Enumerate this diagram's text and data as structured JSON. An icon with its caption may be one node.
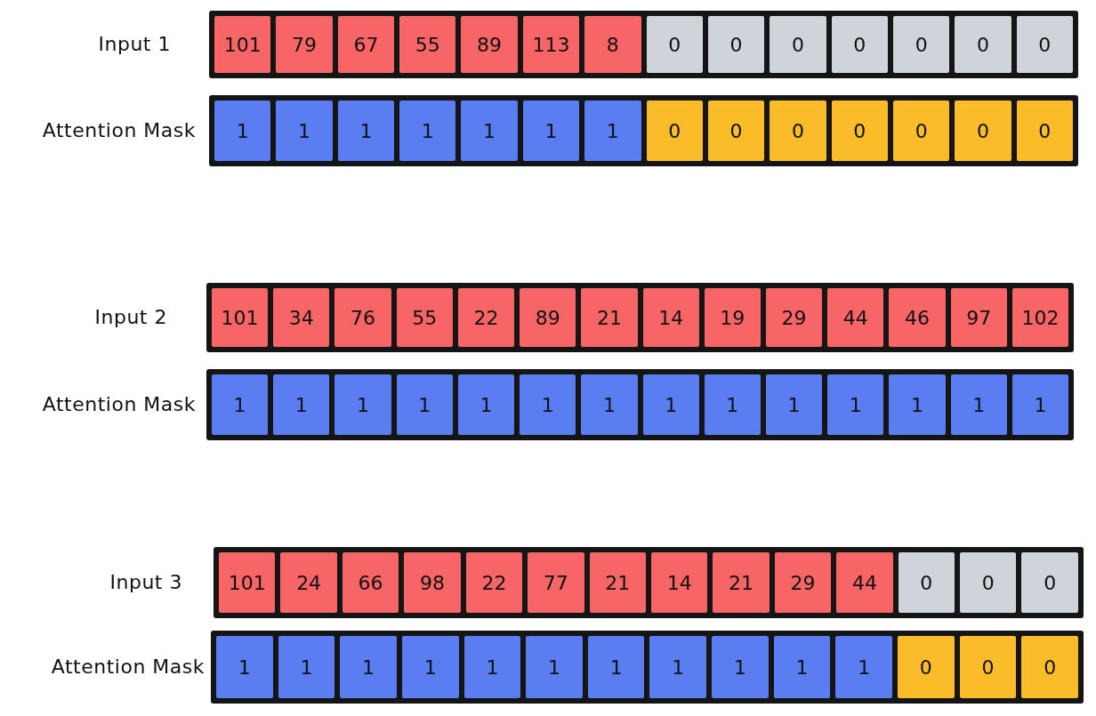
{
  "diagram": {
    "nodes": [
      {
        "text": [],
        "shape": "bar",
        "beside": [
          "Input 1"
        ]
      },
      {
        "text": [
          "101"
        ],
        "in": 0
      },
      {
        "text": [
          "79"
        ],
        "in": 0
      },
      {
        "text": [
          "67"
        ],
        "in": 0
      },
      {
        "text": [
          "55"
        ],
        "in": 0
      },
      {
        "text": [
          "89"
        ],
        "in": 0
      },
      {
        "text": [
          "113"
        ],
        "in": 0
      },
      {
        "text": [
          "8"
        ],
        "in": 0
      },
      {
        "text": [
          "0"
        ],
        "in": 0
      },
      {
        "text": [
          "0"
        ],
        "in": 0
      },
      {
        "text": [
          "0"
        ],
        "in": 0
      },
      {
        "text": [
          "0"
        ],
        "in": 0
      },
      {
        "text": [
          "0"
        ],
        "in": 0
      },
      {
        "text": [
          "0"
        ],
        "in": 0
      },
      {
        "text": [
          "0"
        ],
        "in": 0
      },
      {
        "text": [],
        "shape": "bar",
        "beside": [
          "Attention Mask"
        ]
      },
      {
        "text": [
          "1"
        ],
        "in": 15
      },
      {
        "text": [
          "1"
        ],
        "in": 15
      },
      {
        "text": [
          "1"
        ],
        "in": 15
      },
      {
        "text": [
          "1"
        ],
        "in": 15
      },
      {
        "text": [
          "1"
        ],
        "in": 15
      },
      {
        "text": [
          "1"
        ],
        "in": 15
      },
      {
        "text": [
          "1"
        ],
        "in": 15
      },
      {
        "text": [
          "0"
        ],
        "in": 15
      },
      {
        "text": [
          "0"
        ],
        "in": 15
      },
      {
        "text": [
          "0"
        ],
        "in": 15
      },
      {
        "text": [
          "0"
        ],
        "in": 15
      },
      {
        "text": [
          "0"
        ],
        "in": 15
      },
      {
        "text": [
          "0"
        ],
        "in": 15
      },
      {
        "text": [
          "0"
        ],
        "in": 15
      },
      {
        "text": [],
        "shape": "bar",
        "beside": [
          "Input 2"
        ]
      },
      {
        "text": [
          "101"
        ],
        "in": 30
      },
      {
        "text": [
          "34"
        ],
        "in": 30
      },
      {
        "text": [
          "76"
        ],
        "in": 30
      },
      {
        "text": [
          "55"
        ],
        "in": 30
      },
      {
        "text": [
          "22"
        ],
        "in": 30
      },
      {
        "text": [
          "89"
        ],
        "in": 30
      },
      {
        "text": [
          "21"
        ],
        "in": 30
      },
      {
        "text": [
          "14"
        ],
        "in": 30
      },
      {
        "text": [
          "19"
        ],
        "in": 30
      },
      {
        "text": [
          "29"
        ],
        "in": 30
      },
      {
        "text": [
          "44"
        ],
        "in": 30
      },
      {
        "text": [
          "46"
        ],
        "in": 30
      },
      {
        "text": [
          "97"
        ],
        "in": 30
      },
      {
        "text": [
          "102"
        ],
        "in": 30
      },
      {
        "text": [],
        "shape": "bar",
        "beside": [
          "Attention Mask"
        ]
      },
      {
        "text": [
          "1"
        ],
        "in": 45
      },
      {
        "text": [
          "1"
        ],
        "in": 45
      },
      {
        "text": [
          "1"
        ],
        "in": 45
      },
      {
        "text": [
          "1"
        ],
        "in": 45
      },
      {
        "text": [
          "1"
        ],
        "in": 45
      },
      {
        "text": [
          "1"
        ],
        "in": 45
      },
      {
        "text": [
          "1"
        ],
        "in": 45
      },
      {
        "text": [
          "1"
        ],
        "in": 45
      },
      {
        "text": [
          "1"
        ],
        "in": 45
      },
      {
        "text": [
          "1"
        ],
        "in": 45
      },
      {
        "text": [
          "1"
        ],
        "in": 45
      },
      {
        "text": [
          "1"
        ],
        "in": 45
      },
      {
        "text": [
          "1"
        ],
        "in": 45
      },
      {
        "text": [
          "1"
        ],
        "in": 45
      },
      {
        "text": [],
        "shape": "bar",
        "beside": [
          "Input 3"
        ]
      },
      {
        "text": [
          "101"
        ],
        "in": 60
      },
      {
        "text": [
          "24"
        ],
        "in": 60
      },
      {
        "text": [
          "66"
        ],
        "in": 60
      },
      {
        "text": [
          "98"
        ],
        "in": 60
      },
      {
        "text": [
          "22"
        ],
        "in": 60
      },
      {
        "text": [
          "77"
        ],
        "in": 60
      },
      {
        "text": [
          "21"
        ],
        "in": 60
      },
      {
        "text": [
          "14"
        ],
        "in": 60
      },
      {
        "text": [
          "21"
        ],
        "in": 60
      },
      {
        "text": [
          "29"
        ],
        "in": 60
      },
      {
        "text": [
          "44"
        ],
        "in": 60
      },
      {
        "text": [
          "0"
        ],
        "in": 60
      },
      {
        "text": [
          "0"
        ],
        "in": 60
      },
      {
        "text": [
          "0"
        ],
        "in": 60
      },
      {
        "text": [],
        "shape": "bar",
        "beside": [
          "Attention Mask"
        ]
      },
      {
        "text": [
          "1"
        ],
        "in": 75
      },
      {
        "text": [
          "1"
        ],
        "in": 75
      },
      {
        "text": [
          "1"
        ],
        "in": 75
      },
      {
        "text": [
          "1"
        ],
        "in": 75
      },
      {
        "text": [
          "1"
        ],
        "in": 75
      },
      {
        "text": [
          "1"
        ],
        "in": 75
      },
      {
        "text": [
          "1"
        ],
        "in": 75
      },
      {
        "text": [
          "1"
        ],
        "in": 75
      },
      {
        "text": [
          "1"
        ],
        "in": 75
      },
      {
        "text": [
          "1"
        ],
        "in": 75
      },
      {
        "text": [
          "1"
        ],
        "in": 75
      },
      {
        "text": [
          "0"
        ],
        "in": 75
      },
      {
        "text": [
          "0"
        ],
        "in": 75
      },
      {
        "text": [
          "0"
        ],
        "in": 75
      }
    ]
  }
}
